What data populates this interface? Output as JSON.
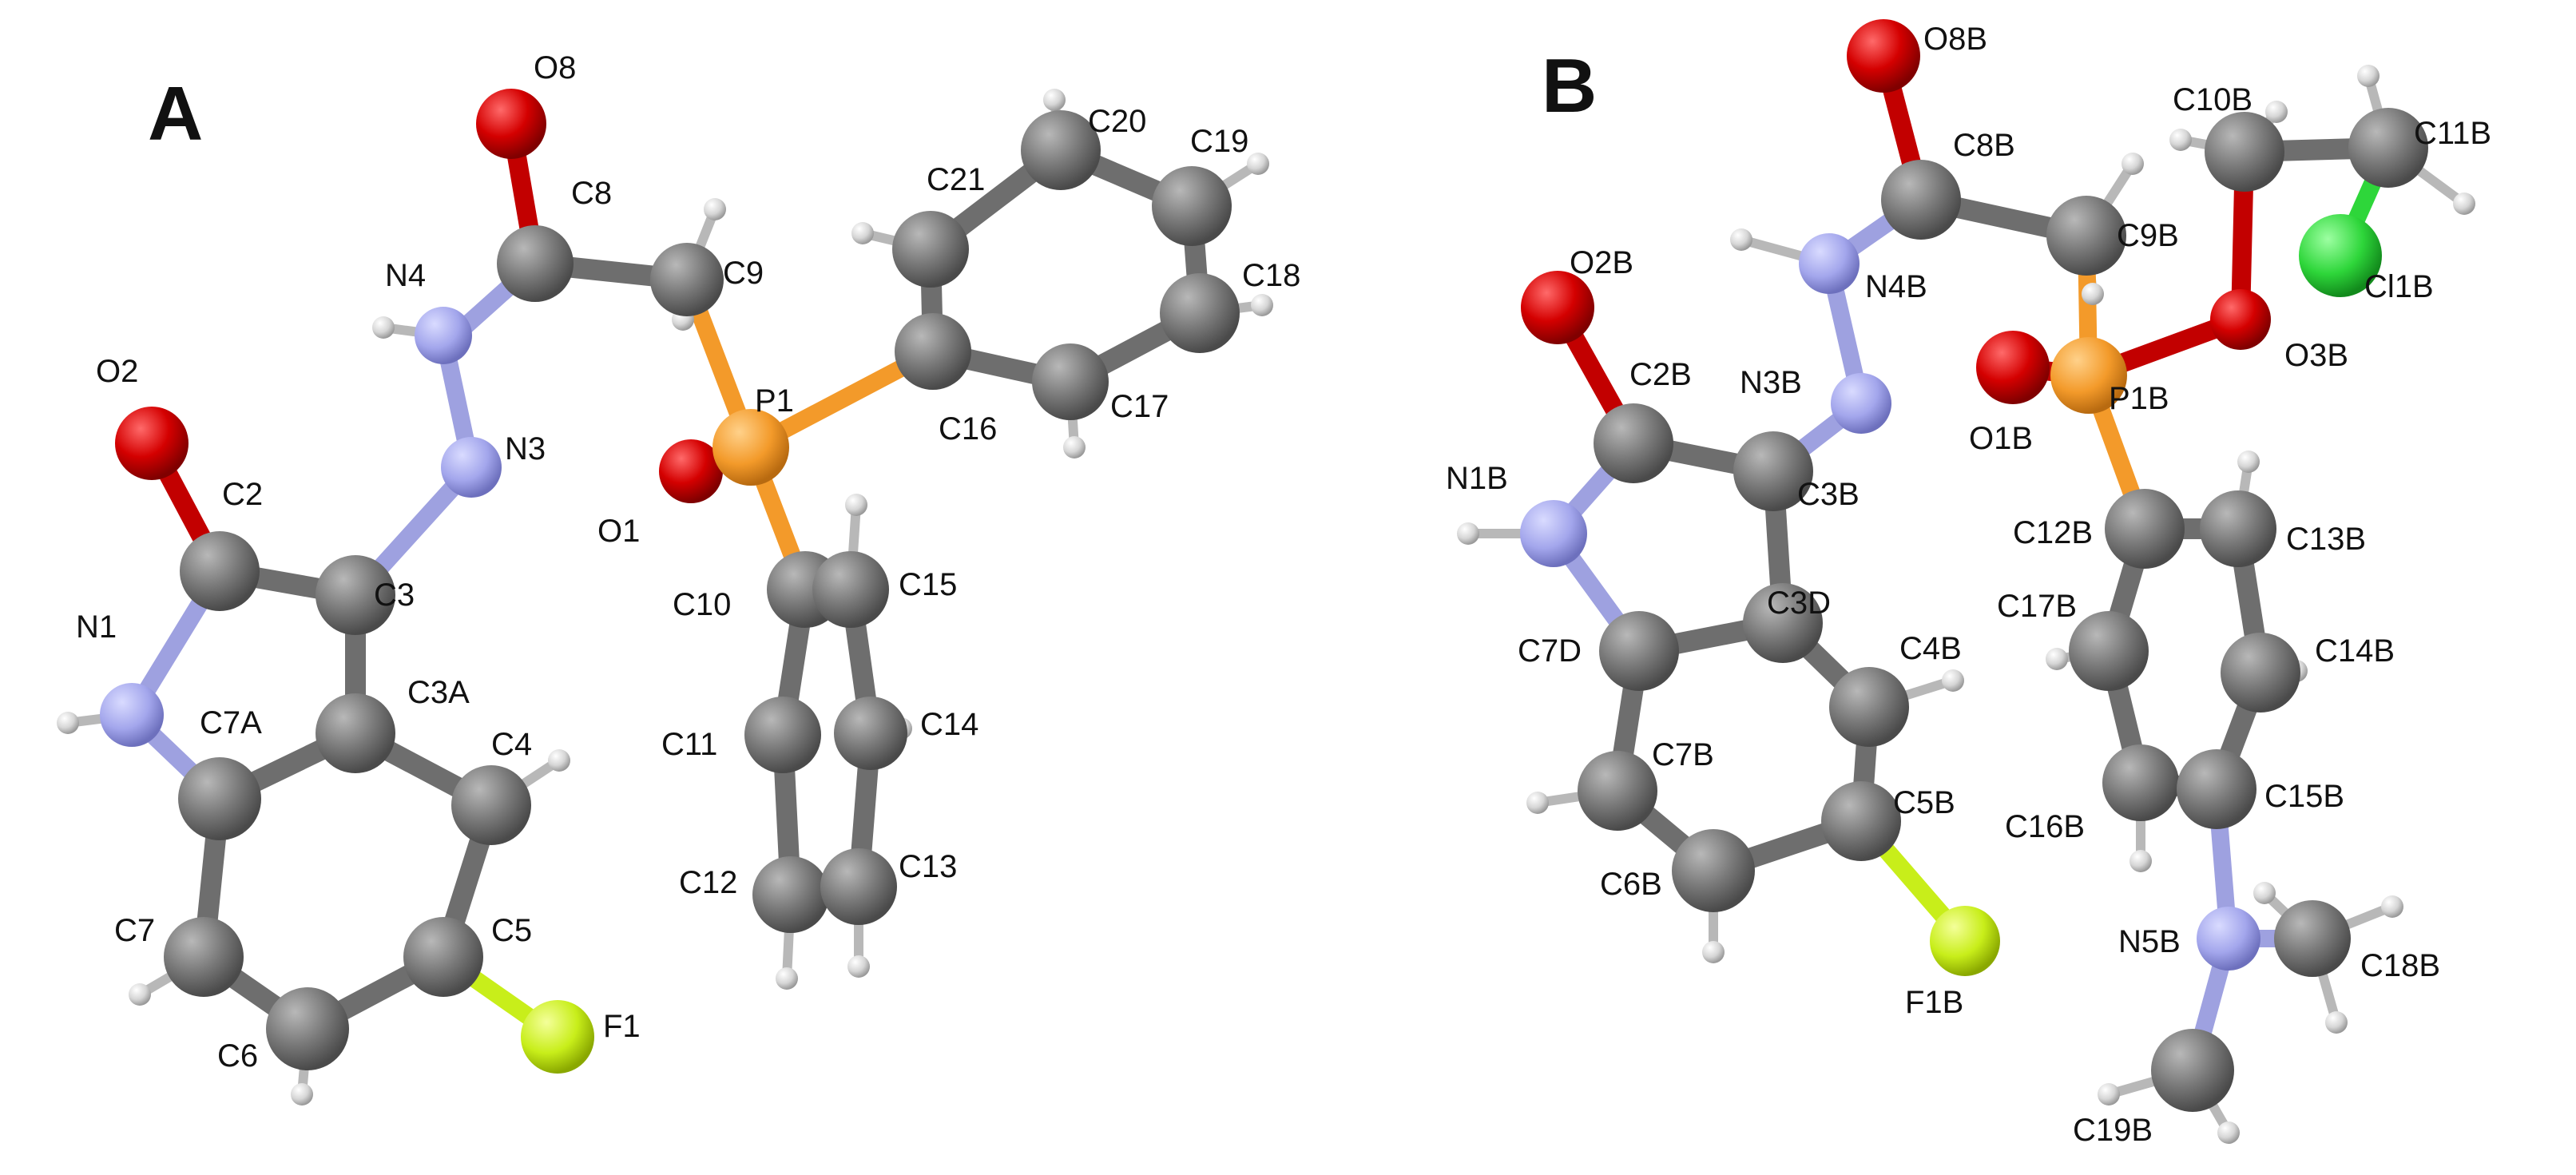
{
  "panels": {
    "A": {
      "letter": "A",
      "labels": {
        "O8": "O8",
        "C8": "C8",
        "C9": "C9",
        "N4": "N4",
        "O2": "O2",
        "C2": "C2",
        "N3": "N3",
        "C3": "C3",
        "N1": "N1",
        "C7A": "C7A",
        "C3A": "C3A",
        "C4": "C4",
        "C7": "C7",
        "C5": "C5",
        "C6": "C6",
        "F1": "F1",
        "P1": "P1",
        "O1": "O1",
        "C10": "C10",
        "C15": "C15",
        "C11": "C11",
        "C14": "C14",
        "C12": "C12",
        "C13": "C13",
        "C16": "C16",
        "C17": "C17",
        "C18": "C18",
        "C19": "C19",
        "C20": "C20",
        "C21": "C21"
      }
    },
    "B": {
      "letter": "B",
      "labels": {
        "O8B": "O8B",
        "C8B": "C8B",
        "C9B": "C9B",
        "N4B": "N4B",
        "C10B": "C10B",
        "C11B": "C11B",
        "Cl1B": "Cl1B",
        "O3B": "O3B",
        "P1B": "P1B",
        "O1B": "O1B",
        "O2B": "O2B",
        "C2B": "C2B",
        "N3B": "N3B",
        "C3B": "C3B",
        "N1B": "N1B",
        "C3D": "C3D",
        "C7D": "C7D",
        "C4B": "C4B",
        "C7B": "C7B",
        "C5B": "C5B",
        "C6B": "C6B",
        "F1B": "F1B",
        "C12B": "C12B",
        "C13B": "C13B",
        "C17B": "C17B",
        "C14B": "C14B",
        "C16B": "C16B",
        "C15B": "C15B",
        "N5B": "N5B",
        "C18B": "C18B",
        "C19B": "C19B"
      }
    }
  },
  "atom_colors": {
    "C": "#808080",
    "H": "#d8d8d8",
    "N": "#a6a9ee",
    "O": "#e00000",
    "P": "#f59a2a",
    "F": "#c8ee1a",
    "Cl": "#2ed63a"
  }
}
